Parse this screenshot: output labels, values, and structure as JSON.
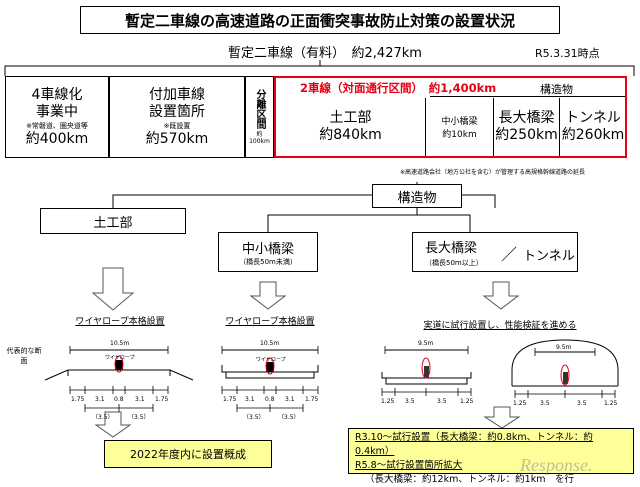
{
  "title": "暫定二車線の高速道路の正面衝突事故防止対策の設置状況",
  "header": {
    "total": "暫定二車線（有料）　約2,427km",
    "asof": "R5.3.31時点"
  },
  "row": {
    "c1": {
      "line1": "4車線化",
      "line2": "事業中",
      "note": "※常磐道、圏央道等",
      "value": "約400km"
    },
    "c2": {
      "line1": "付加車線",
      "line2": "設置箇所",
      "note": "※既設置",
      "value": "約570km"
    },
    "c3": {
      "label": "分離区間",
      "note": "約",
      "value": "100km"
    },
    "red": {
      "heading": "2車線（対面通行区間）　約1,400km",
      "structure": "構造物"
    },
    "c4": {
      "line1": "土工部",
      "value": "約840km"
    },
    "c5": {
      "line1": "中小橋梁",
      "value": "約10km"
    },
    "c6": {
      "line1": "長大橋梁",
      "value": "約250km"
    },
    "c7": {
      "line1": "トンネル",
      "value": "約260km"
    }
  },
  "footnote": "※高速道路会社（地方公社を含む）が管理する高規格幹線道路の延長",
  "tree": {
    "earthwork": "土工部",
    "structure": "構造物",
    "small_bridge": "中小橋梁",
    "small_bridge_note": "（橋長50m未満）",
    "long_bridge": "長大橋梁",
    "long_bridge_note": "（橋長50m以上）",
    "slash": "／",
    "tunnel": "トンネル"
  },
  "labels": {
    "rope1": "ワイヤロープ本格設置",
    "rope2": "ワイヤロープ本格設置",
    "trial": "実道に試行設置し、性能検証を進める",
    "typical": "代表的な断面",
    "rope_small": "ワイヤロープ"
  },
  "dims": {
    "w1": "10.5m",
    "w2": "10.5m",
    "w3": "9.5m",
    "w4": "9.5m",
    "s1": [
      "1.75",
      "3.1",
      "0.8",
      "3.1",
      "1.75"
    ],
    "s1b": [
      "0.8"
    ],
    "s2": [
      "1.75",
      "3.1",
      "0.8",
      "3.1",
      "1.75"
    ],
    "s3": [
      "1.25",
      "3.5",
      "3.5",
      "1.25"
    ],
    "s4": [
      "1.25",
      "3.5",
      "3.5",
      "1.25"
    ],
    "lane": [
      "（3.5）",
      "（3.5）"
    ],
    "lane2": [
      "（3.5）",
      "（3.5）"
    ]
  },
  "results": {
    "left": "2022年度内に設置概成",
    "right1": "R3.10～試行設置（長大橋梁：約0.8km、トンネル：約0.4km）",
    "right2": "R5.8～試行設置箇所拡大",
    "right3": "（長大橋梁：約12km、トンネル：約1km　を行"
  },
  "watermark": "Response."
}
